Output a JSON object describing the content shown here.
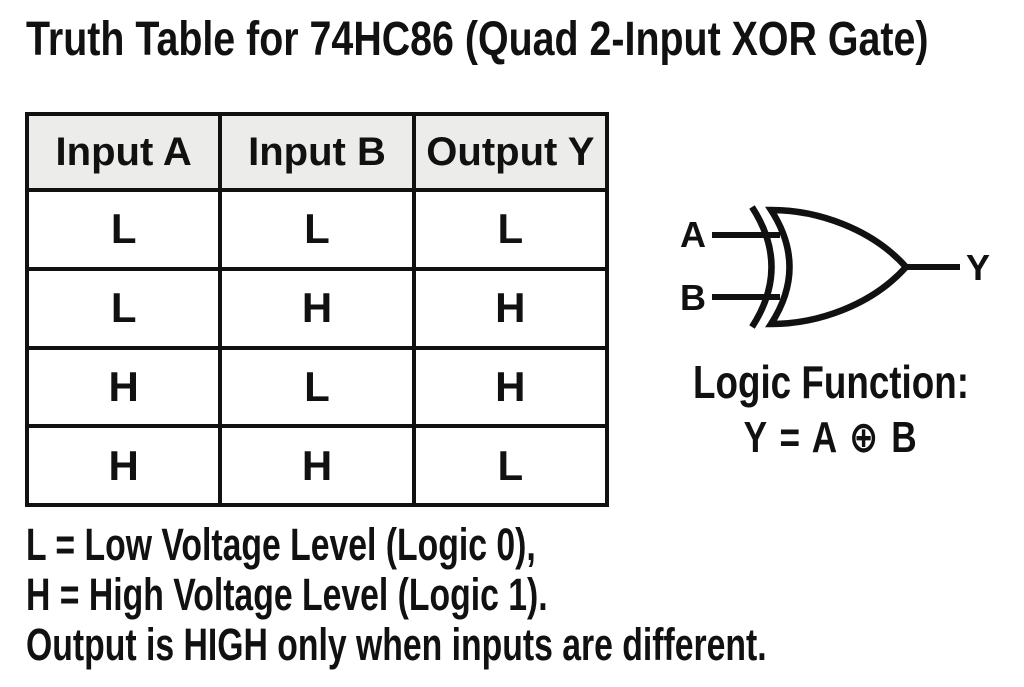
{
  "title": "Truth Table for 74HC86 (Quad 2-Input XOR Gate)",
  "table": {
    "headers": [
      "Input A",
      "Input B",
      "Output Y"
    ],
    "rows": [
      [
        "L",
        "L",
        "L"
      ],
      [
        "L",
        "H",
        "H"
      ],
      [
        "H",
        "L",
        "H"
      ],
      [
        "H",
        "H",
        "L"
      ]
    ]
  },
  "gate": {
    "type": "2-input XOR gate symbol",
    "input_a_label": "A",
    "input_b_label": "B",
    "output_label": "Y"
  },
  "logic_function": {
    "heading": "Logic Function:",
    "equation": "Y = A ⊕ B"
  },
  "notes": [
    "L = Low Voltage Level (Logic 0),",
    "H = High Voltage Level (Logic 1).",
    "Output is HIGH only when inputs are different."
  ],
  "colors": {
    "background": "#ffffff",
    "text": "#111111",
    "table_border": "#111111",
    "table_header_bg": "#ececea",
    "gate_stroke": "#111111"
  }
}
